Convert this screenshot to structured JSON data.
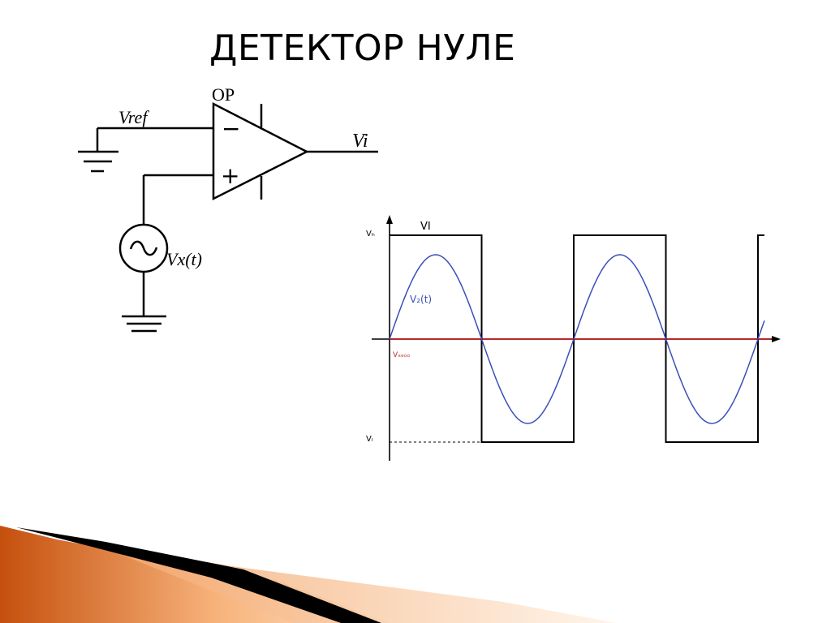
{
  "slide": {
    "title": "ДЕТЕКТОР НУЛЕ"
  },
  "circuit": {
    "opamp_label": "OP",
    "inverting_sign": "−",
    "noninverting_sign": "+",
    "vref_label": "Vref",
    "output_label": "Vi",
    "source_label": "Vx(t)"
  },
  "waveform": {
    "square_label": "VI",
    "sine_label": "V₂(t)",
    "high_level_label": "Vₕ",
    "low_level_label": "Vₗ",
    "ref_label": "Vₓₑₒₒ",
    "colors": {
      "square": "#000000",
      "sine": "#3a4fb8",
      "reference": "#b8282a",
      "axes": "#000000"
    }
  },
  "decoration": {
    "colors": {
      "orange_dark": "#c5500d",
      "orange_light": "#f7b27a",
      "black": "#000000"
    }
  }
}
